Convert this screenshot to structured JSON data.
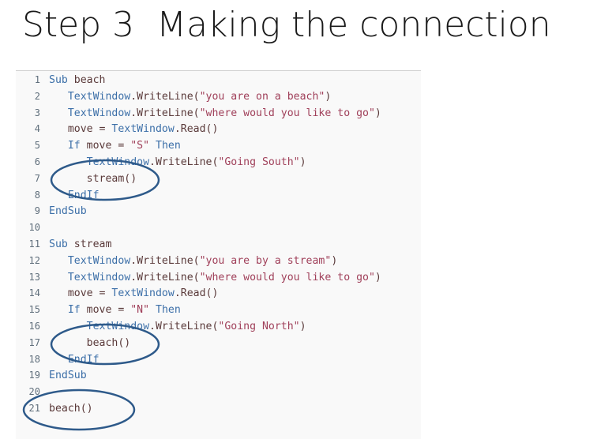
{
  "slide": {
    "title": "Step 3  Making the connection"
  },
  "code": {
    "lines": [
      {
        "n": "1",
        "indent": "",
        "tokens": [
          [
            "kw",
            "Sub "
          ],
          [
            "txt",
            "beach"
          ]
        ]
      },
      {
        "n": "2",
        "indent": "   ",
        "tokens": [
          [
            "obj",
            "TextWindow"
          ],
          [
            "txt",
            ".WriteLine("
          ],
          [
            "str",
            "\"you are on a beach\""
          ],
          [
            "txt",
            ")"
          ]
        ]
      },
      {
        "n": "3",
        "indent": "   ",
        "tokens": [
          [
            "obj",
            "TextWindow"
          ],
          [
            "txt",
            ".WriteLine("
          ],
          [
            "str",
            "\"where would you like to go\""
          ],
          [
            "txt",
            ")"
          ]
        ]
      },
      {
        "n": "4",
        "indent": "   ",
        "tokens": [
          [
            "txt",
            "move = "
          ],
          [
            "obj",
            "TextWindow"
          ],
          [
            "txt",
            ".Read()"
          ]
        ]
      },
      {
        "n": "5",
        "indent": "   ",
        "tokens": [
          [
            "kw",
            "If "
          ],
          [
            "txt",
            "move = "
          ],
          [
            "str",
            "\"S\""
          ],
          [
            "kw",
            " Then"
          ]
        ]
      },
      {
        "n": "6",
        "indent": "      ",
        "tokens": [
          [
            "obj",
            "TextWindow"
          ],
          [
            "txt",
            ".WriteLine("
          ],
          [
            "str",
            "\"Going South\""
          ],
          [
            "txt",
            ")"
          ]
        ]
      },
      {
        "n": "7",
        "indent": "      ",
        "tokens": [
          [
            "txt",
            "stream()"
          ]
        ]
      },
      {
        "n": "8",
        "indent": "   ",
        "tokens": [
          [
            "kw",
            "EndIf"
          ]
        ]
      },
      {
        "n": "9",
        "indent": "",
        "tokens": [
          [
            "kw",
            "EndSub"
          ]
        ]
      },
      {
        "n": "10",
        "indent": "",
        "tokens": []
      },
      {
        "n": "11",
        "indent": "",
        "tokens": [
          [
            "kw",
            "Sub "
          ],
          [
            "txt",
            "stream"
          ]
        ]
      },
      {
        "n": "12",
        "indent": "   ",
        "tokens": [
          [
            "obj",
            "TextWindow"
          ],
          [
            "txt",
            ".WriteLine("
          ],
          [
            "str",
            "\"you are by a stream\""
          ],
          [
            "txt",
            ")"
          ]
        ]
      },
      {
        "n": "13",
        "indent": "   ",
        "tokens": [
          [
            "obj",
            "TextWindow"
          ],
          [
            "txt",
            ".WriteLine("
          ],
          [
            "str",
            "\"where would you like to go\""
          ],
          [
            "txt",
            ")"
          ]
        ]
      },
      {
        "n": "14",
        "indent": "   ",
        "tokens": [
          [
            "txt",
            "move = "
          ],
          [
            "obj",
            "TextWindow"
          ],
          [
            "txt",
            ".Read()"
          ]
        ]
      },
      {
        "n": "15",
        "indent": "   ",
        "tokens": [
          [
            "kw",
            "If "
          ],
          [
            "txt",
            "move = "
          ],
          [
            "str",
            "\"N\""
          ],
          [
            "kw",
            " Then"
          ]
        ]
      },
      {
        "n": "16",
        "indent": "      ",
        "tokens": [
          [
            "obj",
            "TextWindow"
          ],
          [
            "txt",
            ".WriteLine("
          ],
          [
            "str",
            "\"Going North\""
          ],
          [
            "txt",
            ")"
          ]
        ]
      },
      {
        "n": "17",
        "indent": "      ",
        "tokens": [
          [
            "txt",
            "beach()"
          ]
        ]
      },
      {
        "n": "18",
        "indent": "   ",
        "tokens": [
          [
            "kw",
            "EndIf"
          ]
        ]
      },
      {
        "n": "19",
        "indent": "",
        "tokens": [
          [
            "kw",
            "EndSub"
          ]
        ]
      },
      {
        "n": "20",
        "indent": "",
        "tokens": []
      },
      {
        "n": "21",
        "indent": "",
        "tokens": [
          [
            "txt",
            "beach()"
          ]
        ]
      }
    ]
  },
  "annotation_color": "#2e5a8a"
}
